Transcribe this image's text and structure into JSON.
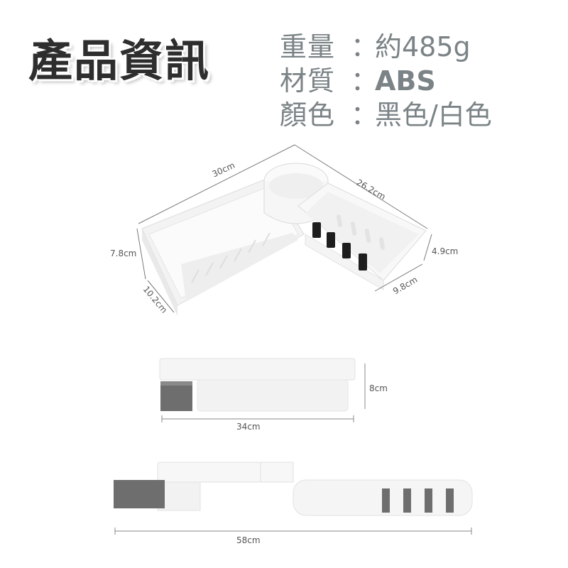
{
  "title": "產品資訊",
  "specs": [
    {
      "label": "重量",
      "colon": "：",
      "value": "約485g"
    },
    {
      "label": "材質",
      "colon": "：",
      "value": "ABS"
    },
    {
      "label": "顏色",
      "colon": "：",
      "value": "黑色/白色"
    }
  ],
  "dimensions": {
    "top_view": {
      "length_left": "30cm",
      "length_right": "26.2cm",
      "height_left": "7.8cm",
      "depth_left": "10.2cm",
      "height_right": "4.9cm",
      "depth_right": "9.8cm"
    },
    "front_view_closed": {
      "width": "34cm",
      "height": "8cm"
    },
    "front_view_open": {
      "width": "58cm"
    }
  },
  "colors": {
    "text_dark": "#2e2e2e",
    "text_spec": "#7b8386",
    "product_white": "#f4f4f4",
    "accent_gray": "#6e6e6e",
    "clip_black": "#1e1e1e"
  }
}
